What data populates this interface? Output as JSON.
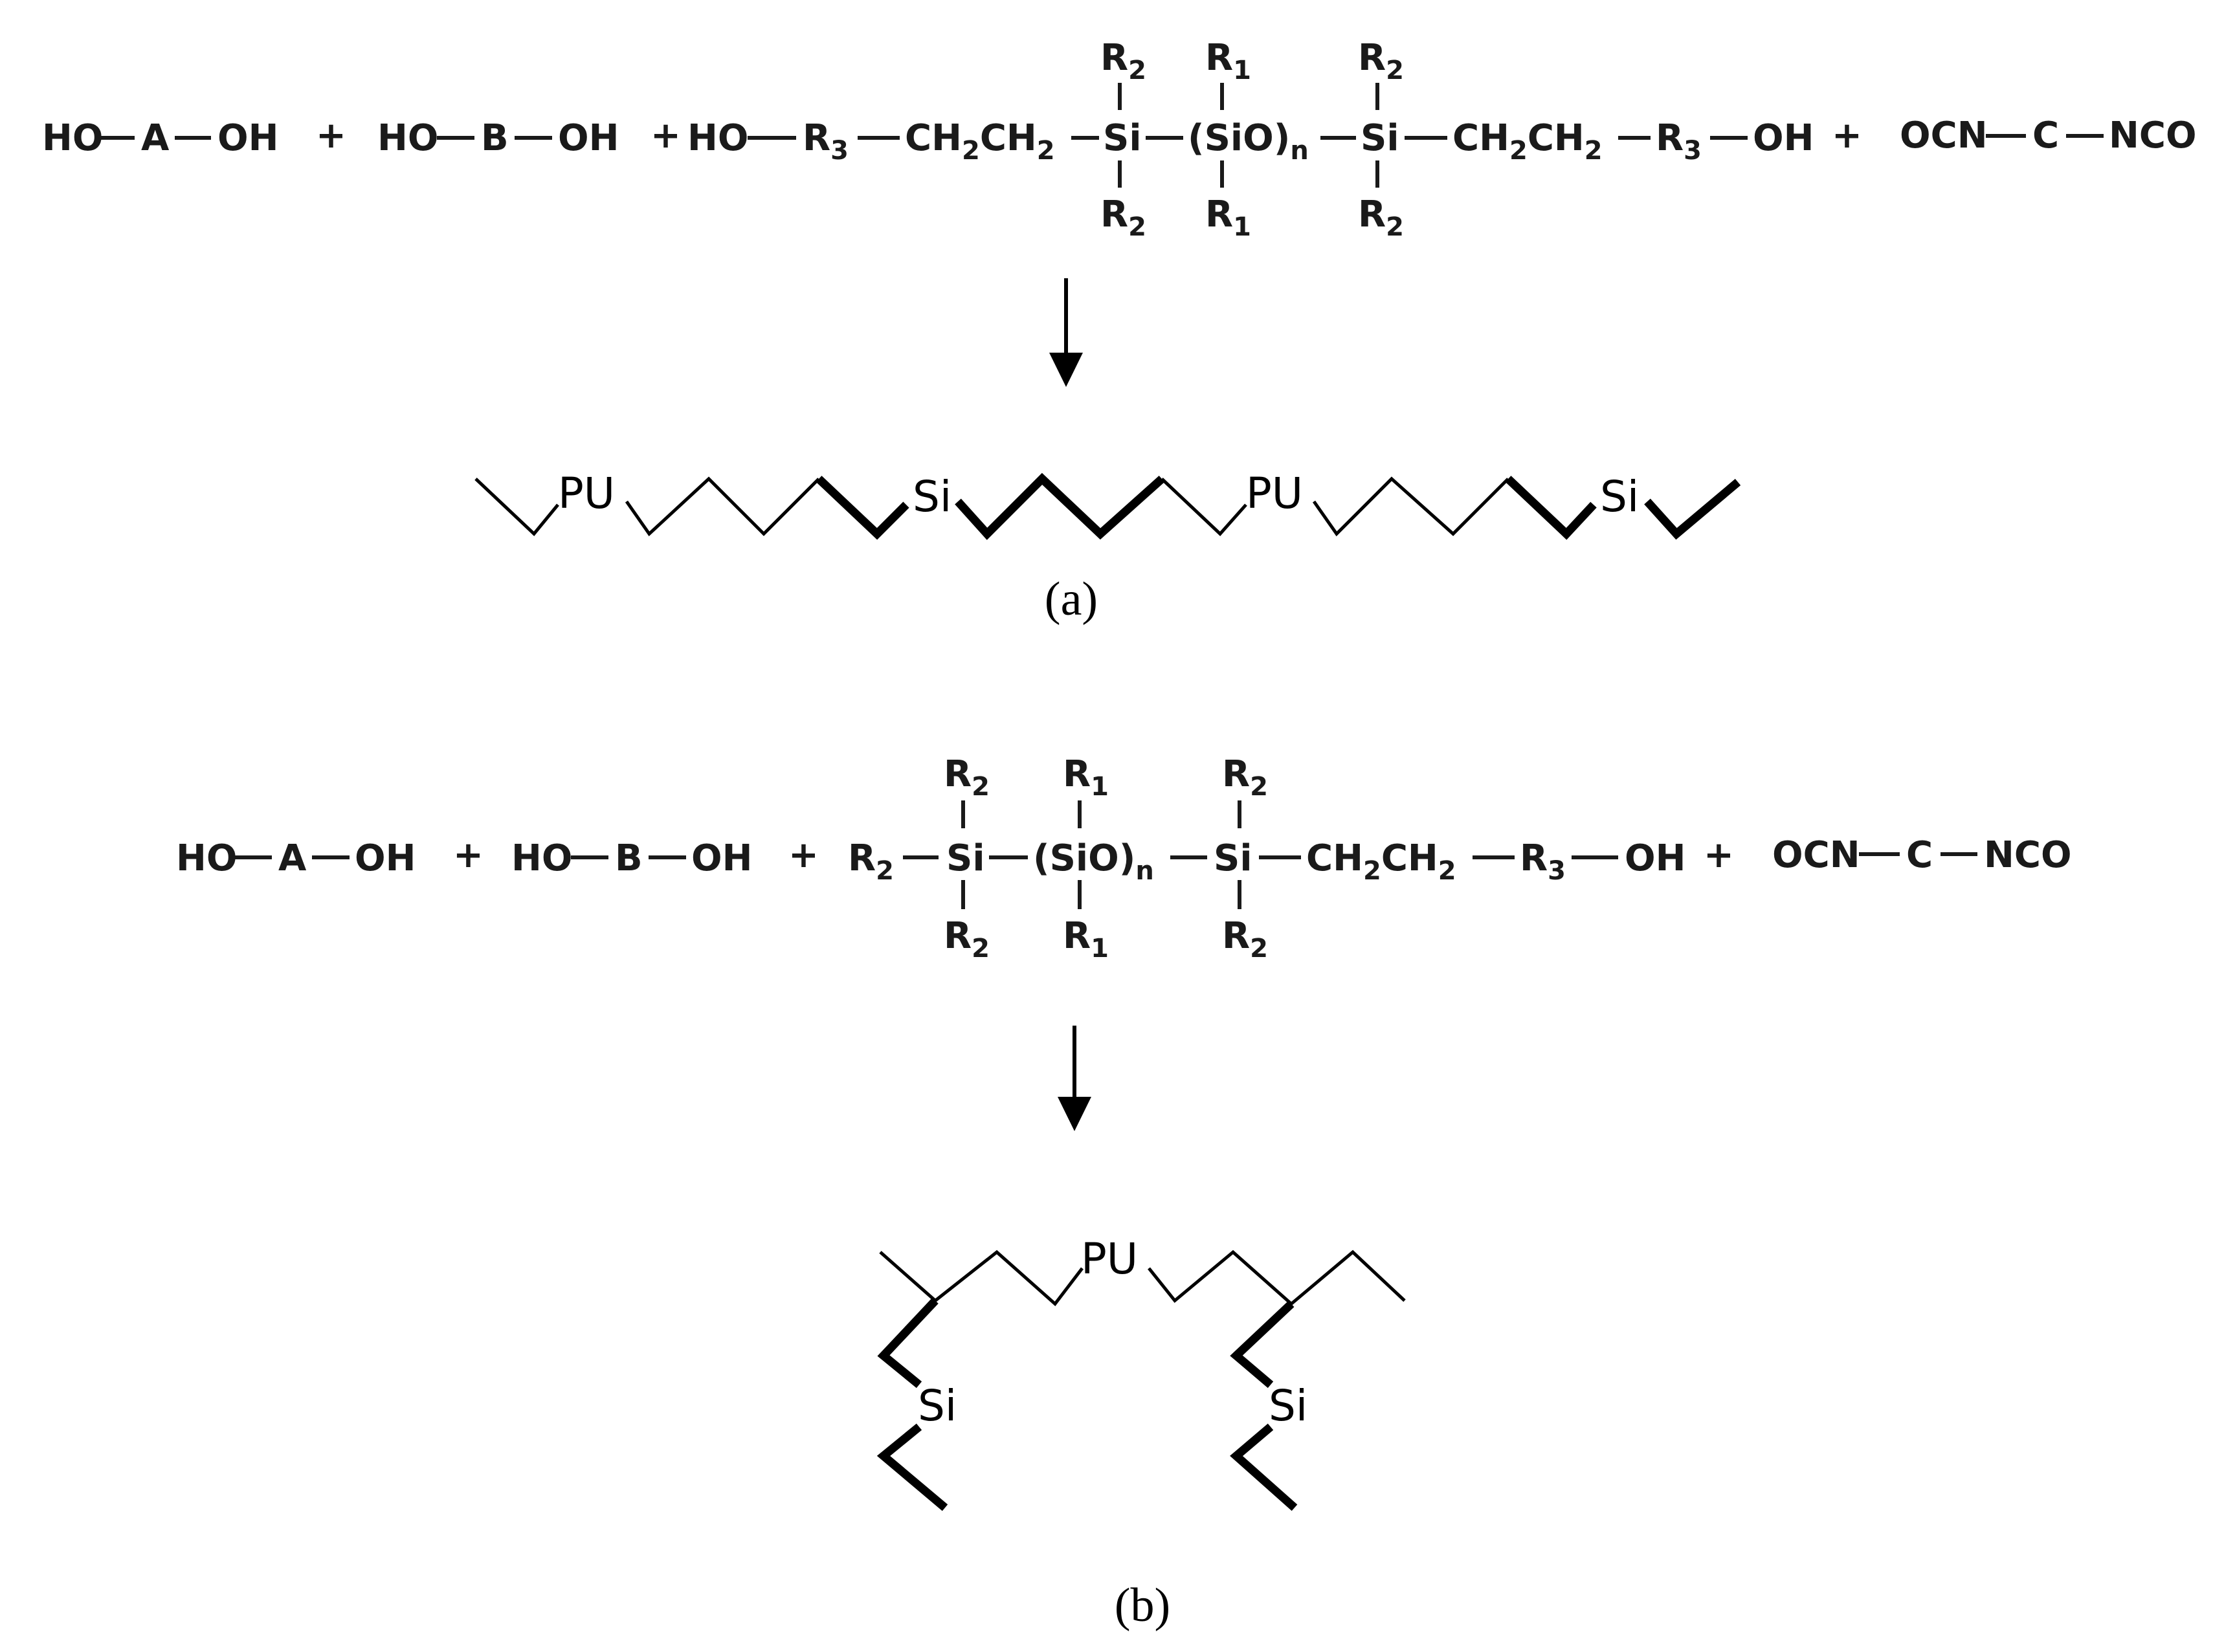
{
  "reaction_a": {
    "diol_a": {
      "left": "HO",
      "core": "A",
      "right": "OH"
    },
    "diol_b": {
      "left": "HO",
      "core": "B",
      "right": "OH"
    },
    "siloxane": {
      "ho": "HO",
      "r3_left": "R",
      "r3_left_sub": "3",
      "ch2ch2_left": [
        "CH",
        "2",
        "CH",
        "2"
      ],
      "si_left": "Si",
      "r2": "R",
      "r2_sub": "2",
      "sio_open": "(SiO)",
      "sio_n": "n",
      "r1": "R",
      "r1_sub": "1",
      "si_right": "Si",
      "ch2ch2_right": [
        "CH",
        "2",
        "CH",
        "2"
      ],
      "r3_right": "R",
      "r3_right_sub": "3",
      "oh": "OH"
    },
    "diisocyanate": {
      "left": "OCN",
      "core": "C",
      "right": "NCO"
    },
    "plus_signs": [
      "+",
      "+",
      "+",
      "+"
    ],
    "product_labels": [
      "PU",
      "Si",
      "PU",
      "Si"
    ],
    "caption": "(a)"
  },
  "reaction_b": {
    "diol_a": {
      "left": "HO",
      "core": "A",
      "right": "OH"
    },
    "diol_b": {
      "left": "HO",
      "core": "B",
      "right": "OH"
    },
    "siloxane": {
      "r2_end": "R",
      "r2_end_sub": "2",
      "si_left": "Si",
      "r2": "R",
      "r2_sub": "2",
      "sio_open": "(SiO)",
      "sio_n": "n",
      "r1": "R",
      "r1_sub": "1",
      "si_right": "Si",
      "ch2ch2": [
        "CH",
        "2",
        "CH",
        "2"
      ],
      "r3": "R",
      "r3_sub": "3",
      "oh": "OH"
    },
    "diisocyanate": {
      "left": "OCN",
      "core": "C",
      "right": "NCO"
    },
    "plus_signs": [
      "+",
      "+",
      "+",
      "+"
    ],
    "product_labels": [
      "PU",
      "Si",
      "Si"
    ],
    "caption": "(b)"
  },
  "colors": {
    "ink": "#1a1a1a",
    "background": "#ffffff"
  }
}
